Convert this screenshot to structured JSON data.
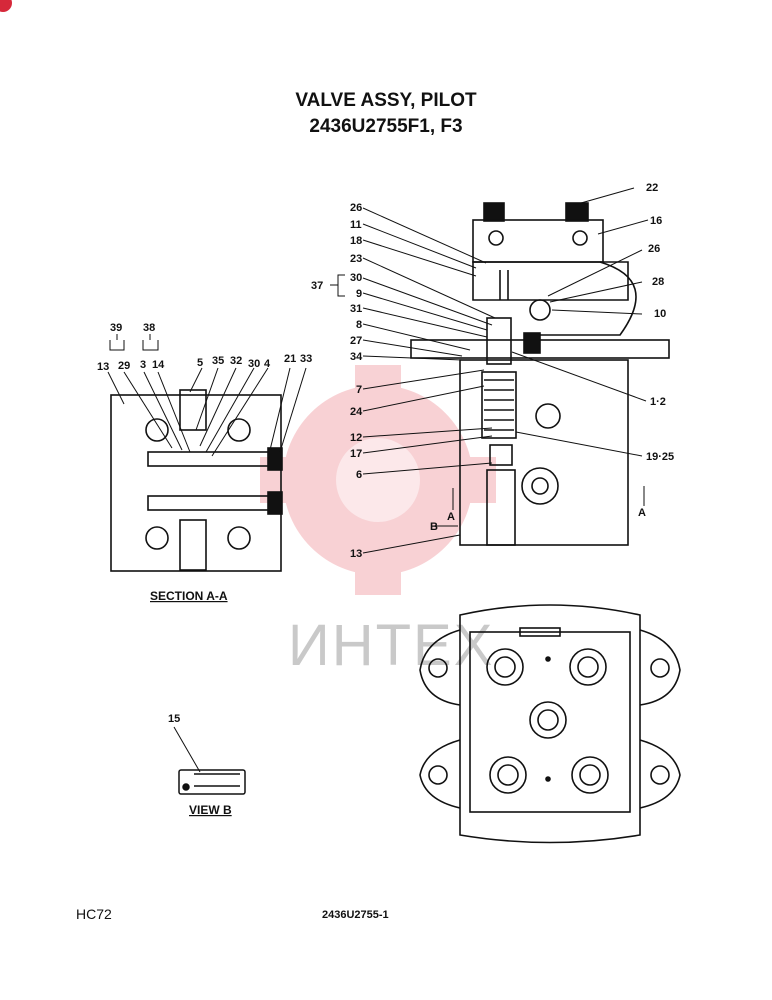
{
  "title": {
    "line1": "VALVE ASSY,  PILOT",
    "line2": "2436U2755F1, F3"
  },
  "footer": {
    "page_code": "HC72",
    "drawing_number": "2436U2755-1"
  },
  "watermark": {
    "text": "ИНТЕХ",
    "color": "#e0343f"
  },
  "captions": {
    "section": "SECTION A-A",
    "view": "VIEW B"
  },
  "section_marks": {
    "a_left": "A",
    "a_right": "A",
    "b": "B"
  },
  "labels": {
    "c22": "22",
    "c16": "16",
    "c26a": "26",
    "c11": "11",
    "c18": "18",
    "c26b": "26",
    "c23": "23",
    "c28": "28",
    "c37": "37",
    "c30a": "30",
    "c9": "9",
    "c31": "31",
    "c10": "10",
    "c8": "8",
    "c27": "27",
    "c34": "34",
    "c7": "7",
    "c12pos": "1·2",
    "c24": "24",
    "c12": "12",
    "c17": "17",
    "c1925": "19·25",
    "c6": "6",
    "c13a": "13",
    "c39": "39",
    "c38": "38",
    "c13b": "13",
    "c29": "29",
    "c3": "3",
    "c14": "14",
    "c5": "5",
    "c35": "35",
    "c32": "32",
    "c30b": "30",
    "c4": "4",
    "c21": "21",
    "c33": "33",
    "c15": "15"
  }
}
